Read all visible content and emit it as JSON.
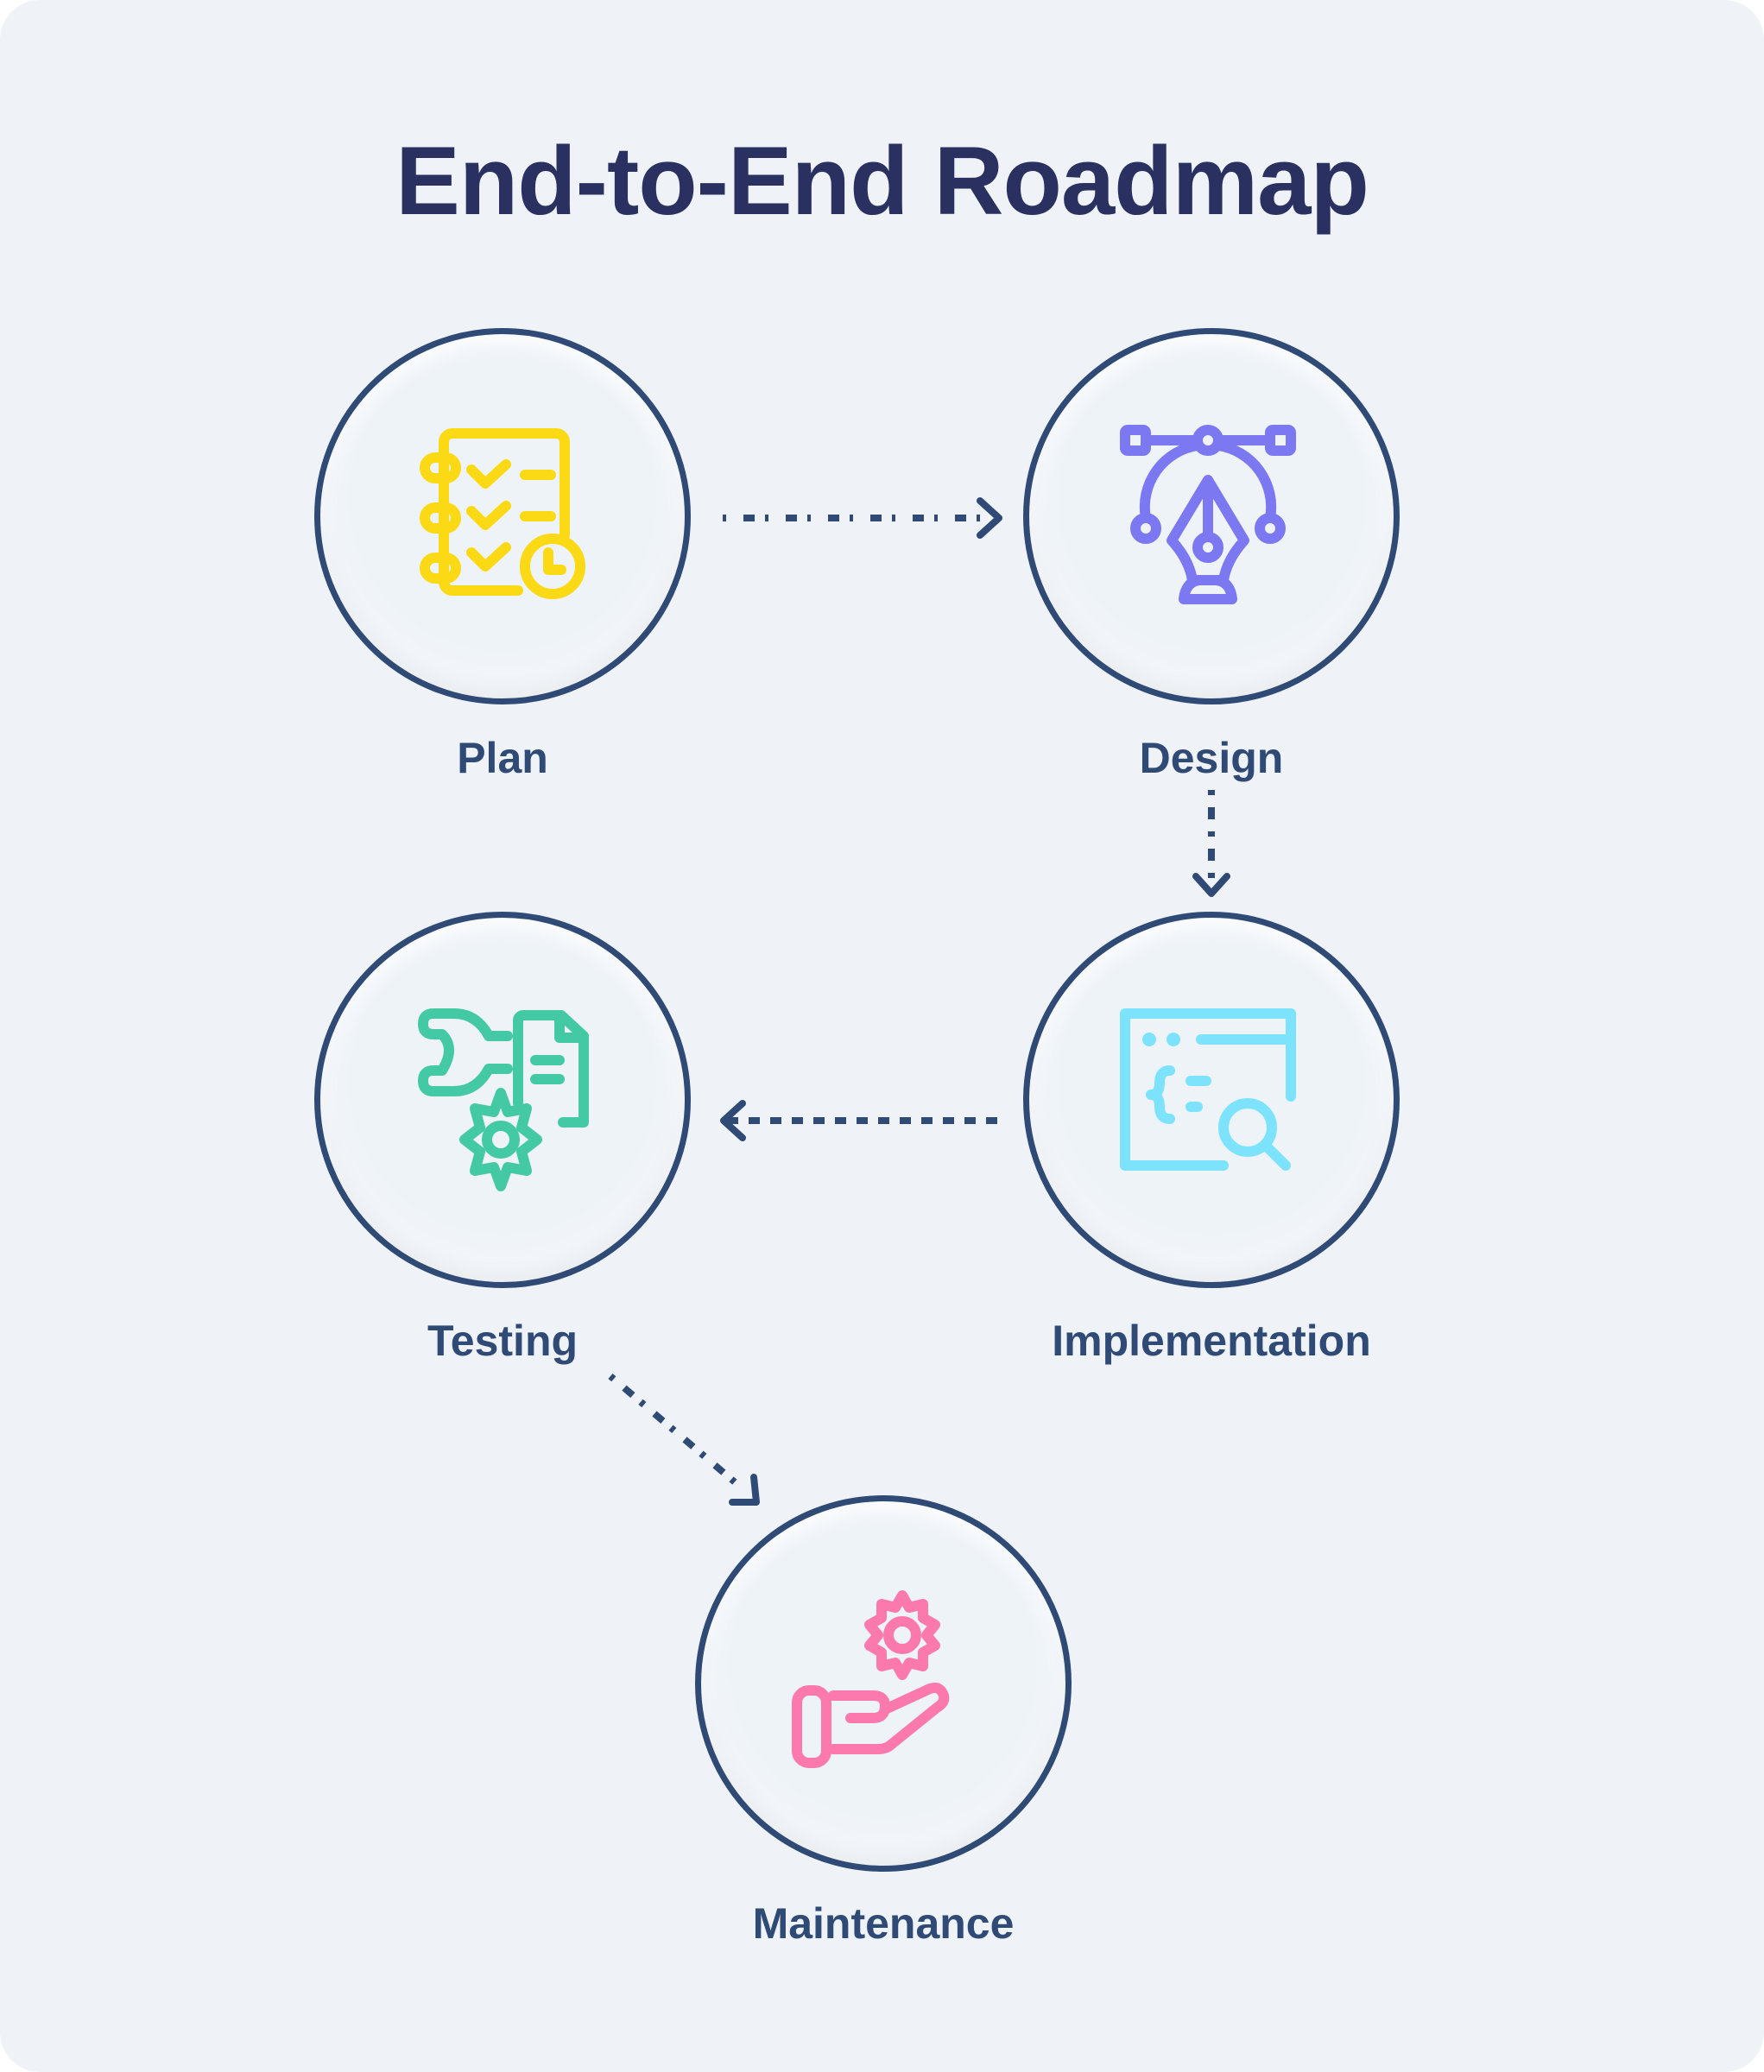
{
  "title": "End-to-End Roadmap",
  "colors": {
    "background": "#eff3f8",
    "title": "#2a3160",
    "outline": "#2e4a75",
    "plan_icon": "#fcd915",
    "design_icon": "#7b78f2",
    "implementation_icon": "#7de3fc",
    "testing_icon": "#43c9a4",
    "maintenance_icon": "#fb79ad"
  },
  "steps": [
    {
      "label": "Plan",
      "icon": "checklist-clock-icon"
    },
    {
      "label": "Design",
      "icon": "pen-tool-bezier-icon"
    },
    {
      "label": "Implementation",
      "icon": "code-window-search-icon"
    },
    {
      "label": "Testing",
      "icon": "wrench-document-gear-icon"
    },
    {
      "label": "Maintenance",
      "icon": "hand-gear-icon"
    }
  ],
  "flow": [
    {
      "from": "Plan",
      "to": "Design",
      "direction": "right"
    },
    {
      "from": "Design",
      "to": "Implementation",
      "direction": "down"
    },
    {
      "from": "Implementation",
      "to": "Testing",
      "direction": "left"
    },
    {
      "from": "Testing",
      "to": "Maintenance",
      "direction": "down-right"
    }
  ]
}
